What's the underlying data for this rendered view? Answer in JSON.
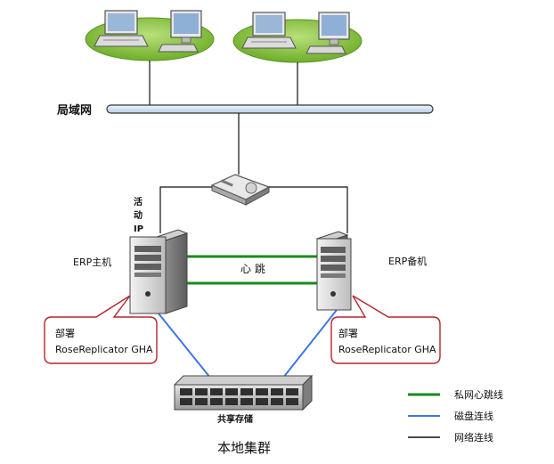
{
  "lan": {
    "label": "局域网"
  },
  "active_ip": {
    "label_line1": "活",
    "label_line2": "动",
    "label_line3": "IP"
  },
  "servers": {
    "primary": {
      "label": "ERP主机"
    },
    "backup": {
      "label": "ERP备机"
    }
  },
  "heartbeat": {
    "label": "心 跳"
  },
  "callouts": {
    "left": {
      "line1": "部署",
      "line2": "RoseReplicator GHA"
    },
    "right": {
      "line1": "部署",
      "line2": "RoseReplicator GHA"
    }
  },
  "storage": {
    "label": "共享存储"
  },
  "cluster": {
    "title": "本地集群"
  },
  "legend": {
    "items": [
      {
        "label": "私网心跳线",
        "color": "#1a8a1a"
      },
      {
        "label": "磁盘连线",
        "color": "#3d78e0"
      },
      {
        "label": "网络连线",
        "color": "#111111"
      }
    ]
  },
  "colors": {
    "client_platform": "#8cc63f",
    "lan_bar": "#cfe0f3",
    "callout_border": "#b3262e",
    "heartbeat": "#1a8a1a",
    "disk": "#3d78e0"
  }
}
